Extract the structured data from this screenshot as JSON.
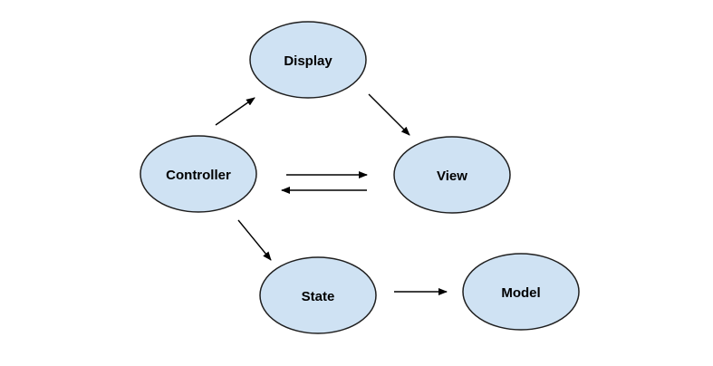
{
  "diagram": {
    "nodes": {
      "display": {
        "label": "Display"
      },
      "view": {
        "label": "View"
      },
      "controller": {
        "label": "Controller"
      },
      "state": {
        "label": "State"
      },
      "model": {
        "label": "Model"
      }
    },
    "edges": [
      {
        "from": "controller",
        "to": "display"
      },
      {
        "from": "display",
        "to": "view"
      },
      {
        "from": "controller",
        "to": "view"
      },
      {
        "from": "view",
        "to": "controller"
      },
      {
        "from": "controller",
        "to": "state"
      },
      {
        "from": "state",
        "to": "model"
      }
    ],
    "colors": {
      "node_fill": "#cfe2f3",
      "node_stroke": "#1f1f1f",
      "edge": "#000000"
    }
  }
}
